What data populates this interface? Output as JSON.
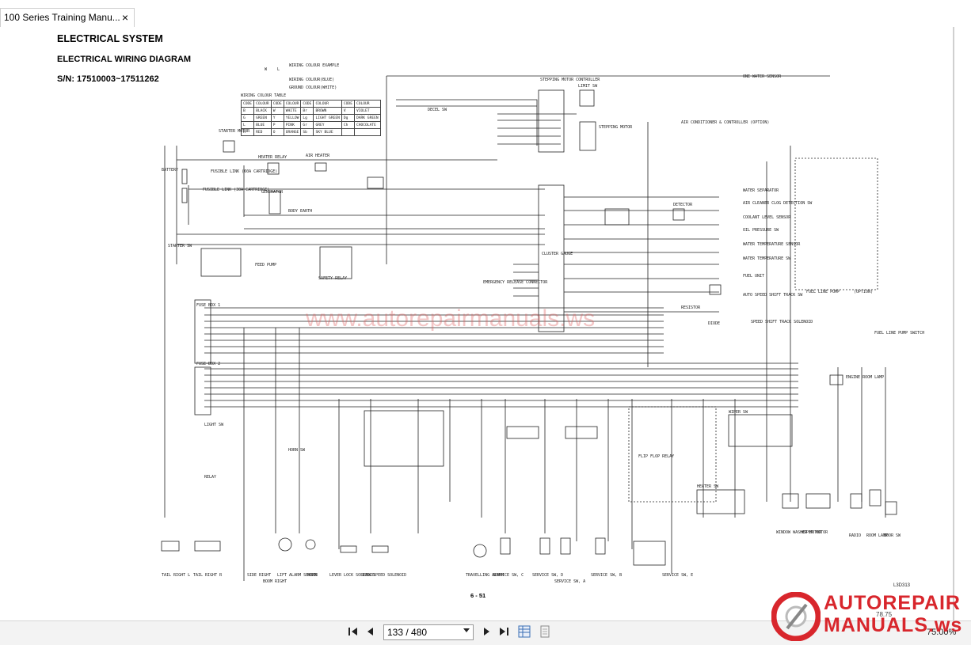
{
  "tab": {
    "title": "100 Series Training Manu...",
    "close": "×"
  },
  "document": {
    "heading": "ELECTRICAL SYSTEM",
    "subheading": "ELECTRICAL WIRING DIAGRAM",
    "serial": "S/N: 17510003~17511262",
    "page_number": "6 - 51",
    "doc_code": "L3D313",
    "watermark": "www.autorepairmanuals.ws",
    "wiring_example": {
      "w": "W",
      "l": "L",
      "line1": "WIRING COLOUR EXAMPLE",
      "line2": "WIRING COLOUR(BLUE)",
      "line3": "GROUND COLOUR(WHITE)"
    },
    "colour_table": {
      "title": "WIRING COLOUR TABLE",
      "header": [
        "CODE",
        "COLOUR",
        "CODE",
        "COLOUR",
        "CODE",
        "COLOUR",
        "CODE",
        "COLOUR"
      ],
      "rows": [
        [
          "B",
          "BLACK",
          "W",
          "WHITE",
          "Br",
          "BROWN",
          "V",
          "VIOLET"
        ],
        [
          "G",
          "GREEN",
          "Y",
          "YELLOW",
          "Lg",
          "LIGHT GREEN",
          "Dg",
          "DARK GREEN"
        ],
        [
          "L",
          "BLUE",
          "P",
          "PINK",
          "Gr",
          "GREY",
          "Ch",
          "CHOCOLATE"
        ],
        [
          "R",
          "RED",
          "O",
          "ORANGE",
          "Sb",
          "SKY BLUE",
          "",
          ""
        ]
      ]
    },
    "labels": {
      "starter_motor": "STARTER MOTOR",
      "battery": "BATTERY",
      "fusible_link_1": "FUSIBLE LINK (60A CARTRIDGE)",
      "fusible_link_2": "FUSIBLE LINK (30A CARTRIDGE)",
      "heater_relay": "HEATER RELAY",
      "air_heater": "AIR HEATER",
      "generator": "GENERATOR",
      "body_earth": "BODY EARTH",
      "stepping_motor_controller": "STEPPING MOTOR CONTROLLER",
      "limit_sw": "LIMIT SW",
      "stepping_motor": "STEPPING MOTOR",
      "decel_sw": "DECEL SW",
      "aircon": "AIR CONDITIONER & CONTROLLER (OPTION)",
      "cluster_gauge": "CLUSTER GAUGE",
      "one_water_sensor": "ONE WATER SENSOR",
      "water_separator": "WATER SEPARATOR",
      "air_cleaner": "AIR CLEANER CLOG DETECTION SW",
      "coolant_level": "COOLANT LEVEL SENSOR",
      "oil_pressure": "OIL PRESSURE SW",
      "water_temp_sensor": "WATER TEMPERATURE SENSOR",
      "water_temp_sw": "WATER TEMPERATURE SW",
      "fuel_unit": "FUEL UNIT",
      "auto_speed": "AUTO SPEED SHIFT TRACK SW",
      "speed_solenoid": "SPEED SHIFT TRACK SOLENOID",
      "fuel_line_pump": "FUEL LINE PUMP",
      "fuel_pump_switch": "FUEL LINE PUMP SWITCH",
      "option": "(OPTION)",
      "starter_sw": "STARTER SW",
      "feed_pump": "FEED PUMP",
      "safety_relay": "SAFETY RELAY",
      "fuse_box_1": "FUSE BOX 1",
      "fuse_box_2": "FUSE BOX 2",
      "light_sw": "LIGHT SW",
      "relay": "RELAY",
      "horn_sw": "HORN SW",
      "horn": "HORN",
      "lever_lock": "LEVER LOCK SOLENOID",
      "slew_speed": "SLEW SPEED SOLENOID",
      "travelling_alarm": "TRAVELLING ALARM",
      "service_sw_c": "SERVICE SW, C",
      "service_sw_d": "SERVICE SW, D",
      "service_sw_a": "SERVICE SW, A",
      "service_sw_b": "SERVICE SW, B",
      "service_sw_e": "SERVICE SW, E",
      "heater_sw": "HEATER SW",
      "wiper_sw": "WIPER SW",
      "window_washer": "WINDOW WASHER MOTOR",
      "wiper_motor": "WIPER MOTOR",
      "radio": "RADIO",
      "room_lamp": "ROOM LAMP",
      "door_sw": "DOOR SW",
      "tail_right_l": "TAIL RIGHT L",
      "tail_right_r": "TAIL RIGHT R",
      "side_right": "SIDE RIGHT",
      "boom_right": "BOOM RIGHT",
      "lift_alarm": "LIFT ALARM SENSOR",
      "flip_flop_relay": "FLIP FLOP RELAY",
      "emergency_connector": "EMERGENCY RELEASE CONNECTOR",
      "engine_room_lamp": "ENGINE ROOM LAMP",
      "detector": "DETECTOR",
      "resistor": "RESISTOR",
      "diode": "DIODE"
    }
  },
  "viewer": {
    "page_field": "133 / 480",
    "zoom": "75.00%"
  },
  "logo": {
    "line1": "AUTOREPAIR",
    "line2": "MANUALS.ws",
    "tagline": "78.75"
  },
  "colors": {
    "accent_red": "#d8262c",
    "watermark": "#dc5a5a",
    "line": "#222222"
  }
}
